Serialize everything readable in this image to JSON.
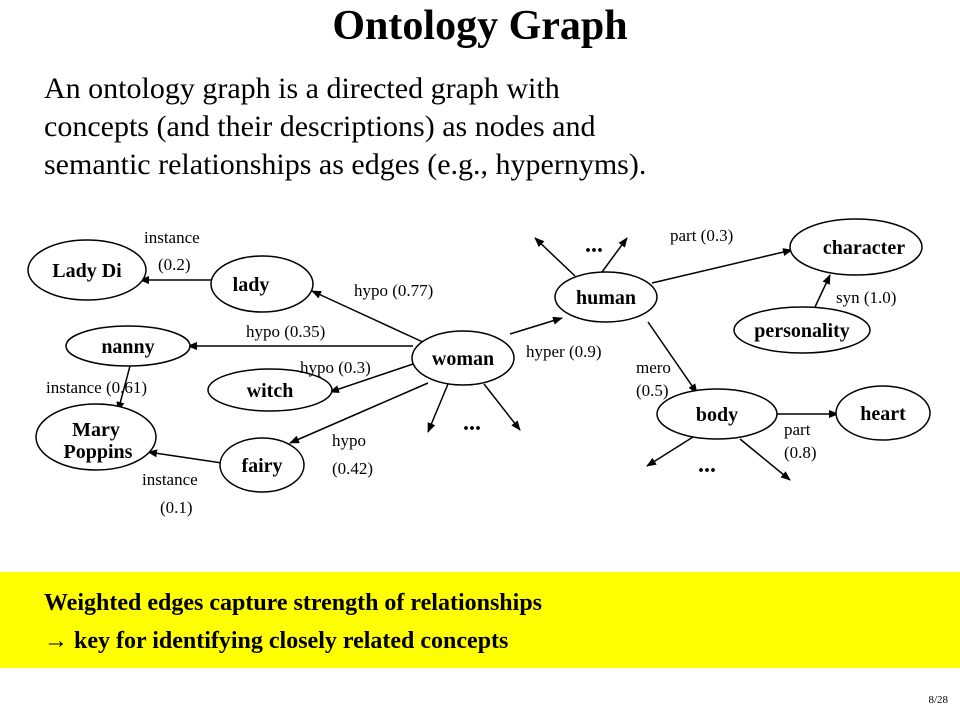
{
  "title": "Ontology Graph",
  "intro_lines": [
    "An ontology graph is a directed graph with",
    "concepts (and their descriptions) as nodes and",
    "semantic relationships as edges (e.g., hypernyms)."
  ],
  "nodes": {
    "lady_di": "Lady Di",
    "lady": "lady",
    "nanny": "nanny",
    "witch": "witch",
    "mary_poppins_1": "Mary",
    "mary_poppins_2": "Poppins",
    "fairy": "fairy",
    "woman": "woman",
    "human": "human",
    "character": "character",
    "personality": "personality",
    "body": "body",
    "heart": "heart"
  },
  "edges": {
    "lady_di_1": "instance",
    "lady_di_2": "(0.2)",
    "lady": "hypo (0.77)",
    "nanny": "hypo (0.35)",
    "witch": "hypo (0.3)",
    "mary_1": "instance (0.61)",
    "fairy_1": "hypo",
    "fairy_2": "(0.42)",
    "mary_fairy_1": "instance",
    "mary_fairy_2": "(0.1)",
    "human": "hyper (0.9)",
    "character": "part (0.3)",
    "personality": "syn (1.0)",
    "body_1": "mero",
    "body_2": "(0.5)",
    "heart_1": "part",
    "heart_2": "(0.8)"
  },
  "ellipsis": "...",
  "callout": {
    "line1": "Weighted edges capture strength of relationships",
    "line2": "→ key for identifying closely related concepts"
  },
  "page_number": "8/28"
}
